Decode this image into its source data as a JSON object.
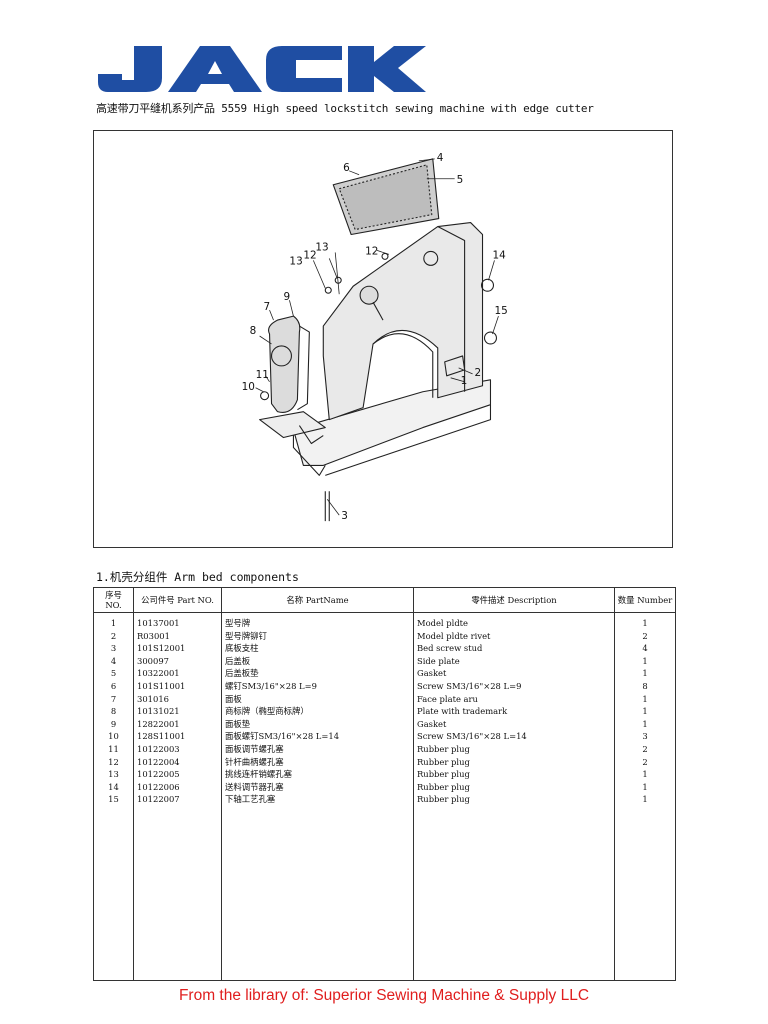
{
  "header": {
    "logo_text": "JACK",
    "logo_color": "#1f4ea3",
    "subtitle": "高速带刀平缝机系列产品 5559 High speed lockstitch sewing machine with edge cutter"
  },
  "diagram": {
    "callouts": [
      "1",
      "2",
      "3",
      "4",
      "5",
      "6",
      "7",
      "8",
      "9",
      "10",
      "11",
      "12",
      "12",
      "13",
      "13",
      "14",
      "15"
    ]
  },
  "section": {
    "heading": "1.机壳分组件 Arm bed components"
  },
  "table": {
    "headers": {
      "no": "序号 NO.",
      "part_no": "公司件号 Part NO.",
      "part_name": "名称 PartName",
      "description": "零件描述 Description",
      "quantity": "数量 Number"
    },
    "rows": [
      {
        "no": "1",
        "part_no": "10137001",
        "part_name": "型号牌",
        "description": "Model pldte",
        "qty": "1"
      },
      {
        "no": "2",
        "part_no": "R03001",
        "part_name": "型号牌铆钉",
        "description": "Model pldte rivet",
        "qty": "2"
      },
      {
        "no": "3",
        "part_no": "101S12001",
        "part_name": "底板支柱",
        "description": "Bed screw stud",
        "qty": "4"
      },
      {
        "no": "4",
        "part_no": "300097",
        "part_name": "后盖板",
        "description": "Side plate",
        "qty": "1"
      },
      {
        "no": "5",
        "part_no": "10322001",
        "part_name": "后盖板垫",
        "description": "Gasket",
        "qty": "1"
      },
      {
        "no": "6",
        "part_no": "101S11001",
        "part_name": "螺钉SM3/16\"×28 L=9",
        "description": "Screw SM3/16\"×28 L=9",
        "qty": "8"
      },
      {
        "no": "7",
        "part_no": "301016",
        "part_name": "面板",
        "description": "Face plate aru",
        "qty": "1"
      },
      {
        "no": "8",
        "part_no": "10131021",
        "part_name": "商标牌（椭型商标牌）",
        "description": "Plate with trademark",
        "qty": "1"
      },
      {
        "no": "9",
        "part_no": "12822001",
        "part_name": "面板垫",
        "description": "Gasket",
        "qty": "1"
      },
      {
        "no": "10",
        "part_no": "128S11001",
        "part_name": "面板螺钉SM3/16\"×28 L=14",
        "description": "Screw SM3/16\"×28 L=14",
        "qty": "3"
      },
      {
        "no": "11",
        "part_no": "10122003",
        "part_name": "面板调节螺孔塞",
        "description": "Rubber plug",
        "qty": "2"
      },
      {
        "no": "12",
        "part_no": "10122004",
        "part_name": "针杆曲柄螺孔塞",
        "description": "Rubber plug",
        "qty": "2"
      },
      {
        "no": "13",
        "part_no": "10122005",
        "part_name": "挑线连杆销螺孔塞",
        "description": "Rubber plug",
        "qty": "1"
      },
      {
        "no": "14",
        "part_no": "10122006",
        "part_name": "送料调节器孔塞",
        "description": "Rubber plug",
        "qty": "1"
      },
      {
        "no": "15",
        "part_no": "10122007",
        "part_name": "下轴工艺孔塞",
        "description": "Rubber plug",
        "qty": "1"
      }
    ]
  },
  "footer": {
    "text": "From the library of: Superior Sewing Machine & Supply LLC",
    "color": "#e01e1e"
  }
}
